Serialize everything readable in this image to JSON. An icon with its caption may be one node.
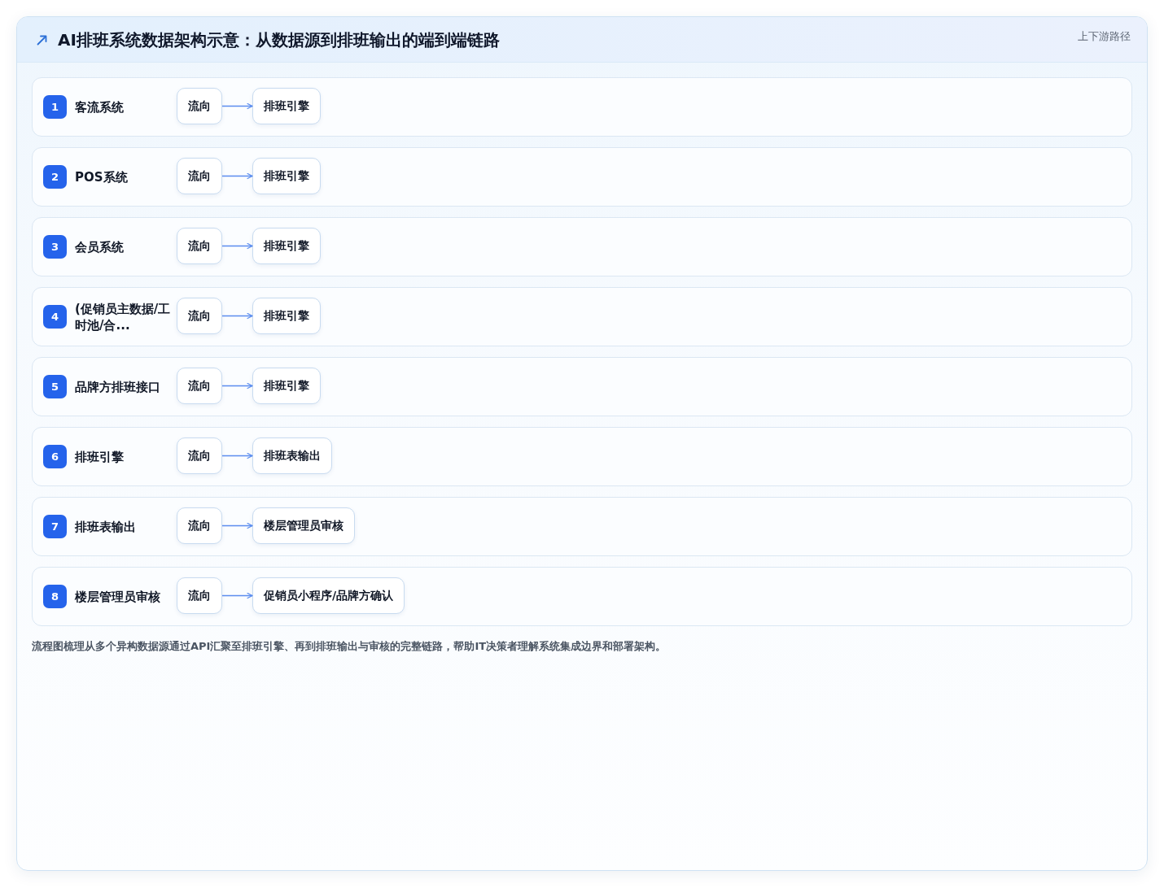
{
  "diagram": {
    "title": "AI排班系统数据架构示意：从数据源到排班输出的端到端链路",
    "nodes": [
      {
        "text": [
          "客流系统"
        ]
      },
      {
        "text": [
          "1"
        ],
        "in": 0
      },
      {
        "text": [
          "流向"
        ],
        "in": 0
      },
      {
        "text": [
          "排班引擎"
        ],
        "in": 0
      },
      {
        "text": [
          "POS系统"
        ]
      },
      {
        "text": [
          "2"
        ],
        "in": 4
      },
      {
        "text": [
          "流向"
        ],
        "in": 4
      },
      {
        "text": [
          "排班引擎"
        ],
        "in": 4
      },
      {
        "text": [
          "会员系统"
        ]
      },
      {
        "text": [
          "3"
        ],
        "in": 8
      },
      {
        "text": [
          "流向"
        ],
        "in": 8
      },
      {
        "text": [
          "排班引擎"
        ],
        "in": 8
      },
      {
        "text": [
          "(促销员主数据/工时池/合..."
        ]
      },
      {
        "text": [
          "4"
        ],
        "in": 12
      },
      {
        "text": [
          "流向"
        ],
        "in": 12
      },
      {
        "text": [
          "排班引擎"
        ],
        "in": 12
      },
      {
        "text": [
          "品牌方排班接口"
        ]
      },
      {
        "text": [
          "5"
        ],
        "in": 16
      },
      {
        "text": [
          "流向"
        ],
        "in": 16
      },
      {
        "text": [
          "排班引擎"
        ],
        "in": 16
      },
      {
        "text": [
          "排班引擎"
        ]
      },
      {
        "text": [
          "6"
        ],
        "in": 20
      },
      {
        "text": [
          "流向"
        ],
        "in": 20
      },
      {
        "text": [
          "排班表输出"
        ],
        "in": 20
      },
      {
        "text": [
          "排班表输出"
        ]
      },
      {
        "text": [
          "7"
        ],
        "in": 24
      },
      {
        "text": [
          "流向"
        ],
        "in": 24
      },
      {
        "text": [
          "楼层管理员审核"
        ],
        "in": 24
      },
      {
        "text": [
          "楼层管理员审核"
        ]
      },
      {
        "text": [
          "8"
        ],
        "in": 28
      },
      {
        "text": [
          "流向"
        ],
        "in": 28
      },
      {
        "text": [
          "促销员小程序/品牌方确认"
        ],
        "in": 28
      }
    ],
    "edges": [
      {
        "from": 2,
        "to": 3,
        "arrow": "to"
      },
      {
        "from": 6,
        "to": 7,
        "arrow": "to"
      },
      {
        "from": 10,
        "to": 11,
        "arrow": "to"
      },
      {
        "from": 14,
        "to": 15,
        "arrow": "to"
      },
      {
        "from": 18,
        "to": 19,
        "arrow": "to"
      },
      {
        "from": 22,
        "to": 23,
        "arrow": "to"
      },
      {
        "from": 26,
        "to": 27,
        "arrow": "to"
      },
      {
        "from": 30,
        "to": 31,
        "arrow": "to"
      }
    ],
    "labels": [
      "上下游路径"
    ],
    "caption": "流程图梳理从多个异构数据源通过API汇聚至排班引擎、再到排班输出与审核的完整链路，帮助IT决策者理解系统集成边界和部署架构。"
  }
}
